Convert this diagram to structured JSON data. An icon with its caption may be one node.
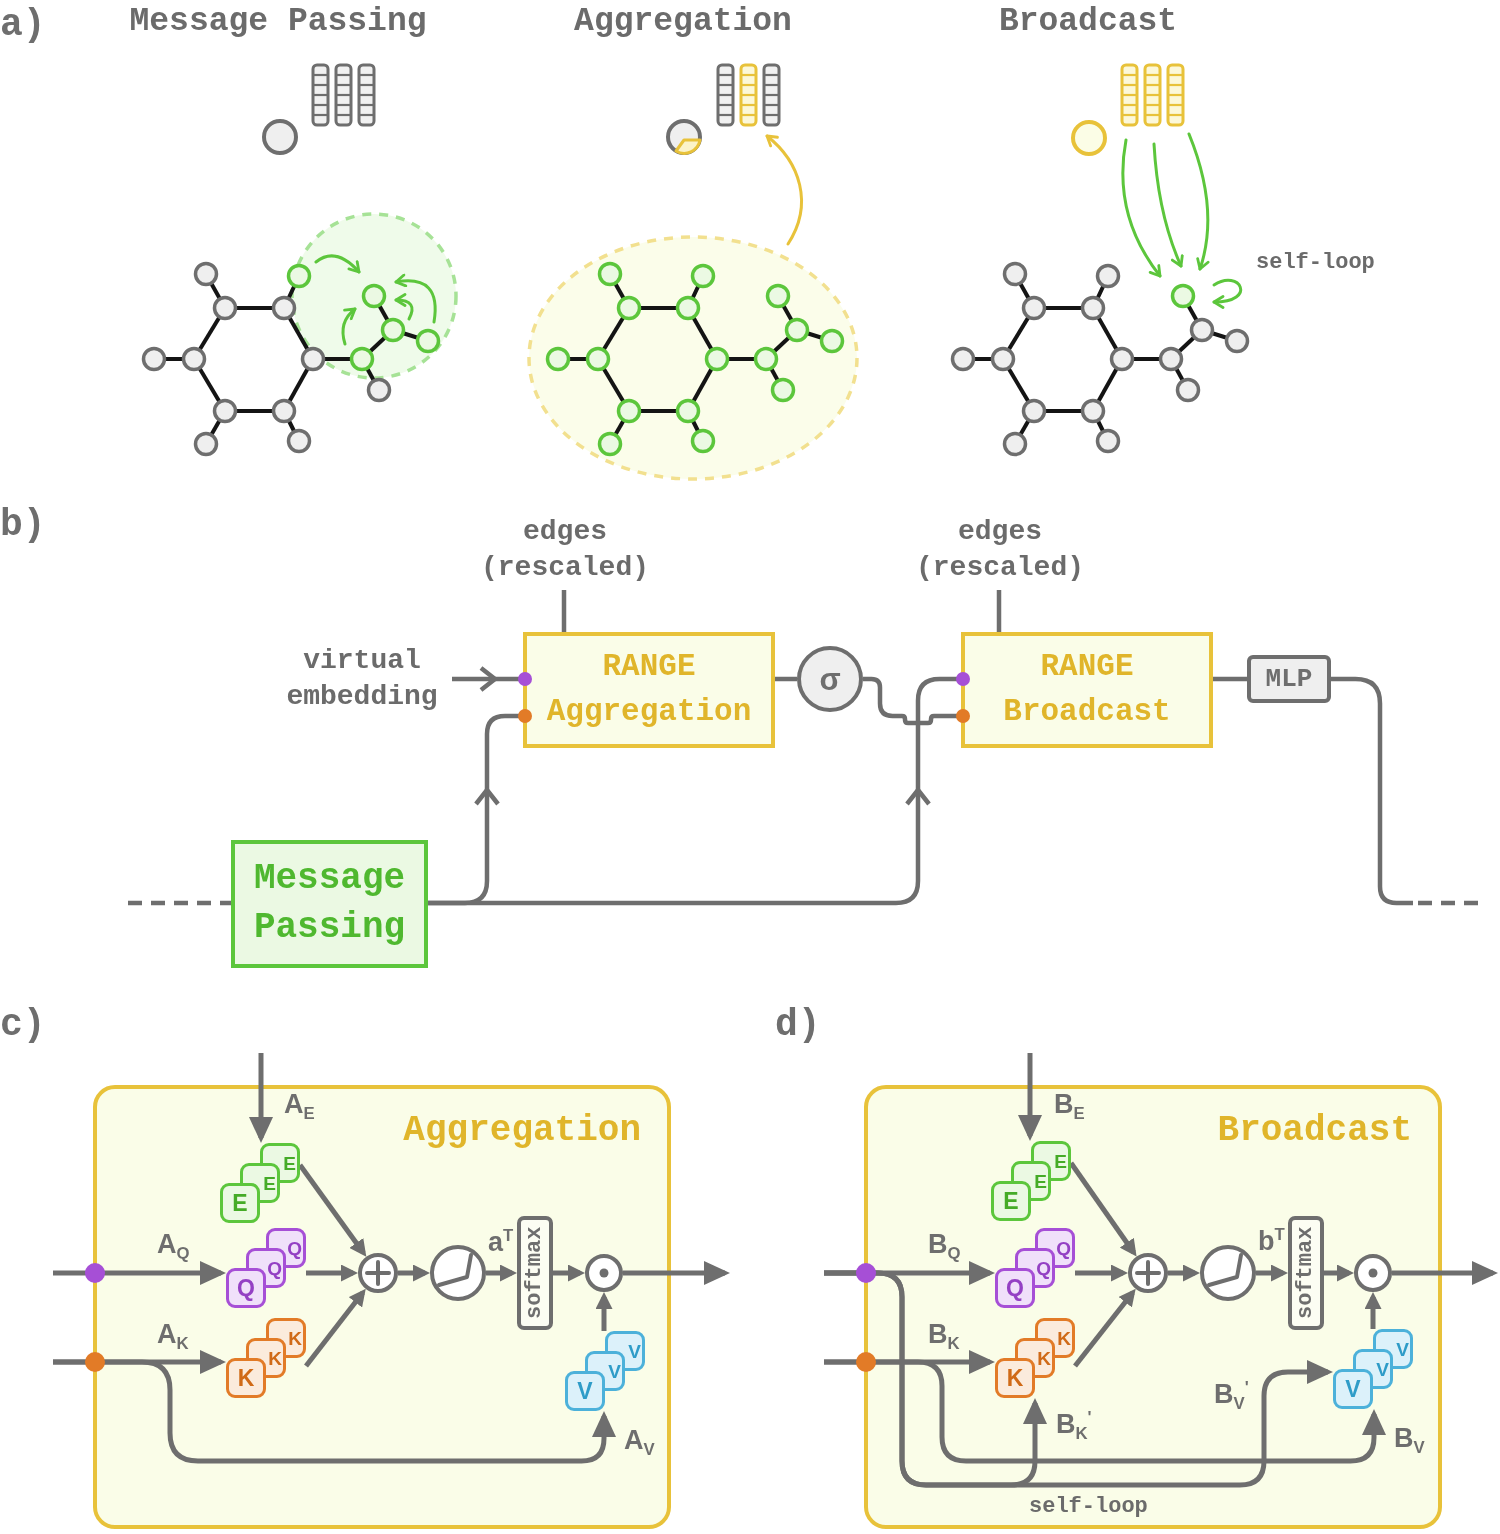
{
  "diagram": {
    "nodes": [
      {
        "text": [
          "edges (rescaled)"
        ]
      },
      {
        "text": [
          "edges (rescaled)"
        ]
      },
      {
        "text": [
          "virtual embedding"
        ]
      },
      {
        "text": [
          "RANGE Aggregation"
        ]
      },
      {
        "text": [
          "σ"
        ]
      },
      {
        "text": [
          "RANGE Broadcast"
        ]
      },
      {
        "text": [
          "MLP"
        ]
      },
      {
        "text": [
          "Message Passing"
        ]
      },
      {
        "text": [
          "Aggregation"
        ]
      },
      {
        "text": [
          "E",
          "E",
          "E"
        ],
        "in": 8
      },
      {
        "text": [
          "Q",
          "Q",
          "Q"
        ],
        "in": 8
      },
      {
        "text": [
          "K",
          "K",
          "K"
        ],
        "in": 8
      },
      {
        "text": [],
        "shape": "circle",
        "in": 8
      },
      {
        "text": [],
        "shape": "circle",
        "in": 8
      },
      {
        "text": [
          "softmax"
        ],
        "in": 8
      },
      {
        "text": [],
        "shape": "circle",
        "in": 8
      },
      {
        "text": [
          "V",
          "V",
          "V"
        ],
        "in": 8
      },
      {
        "text": [
          "Broadcast"
        ]
      },
      {
        "text": [
          "E",
          "E",
          "E"
        ],
        "in": 17
      },
      {
        "text": [
          "Q",
          "Q",
          "Q"
        ],
        "in": 17
      },
      {
        "text": [
          "K",
          "K",
          "K"
        ],
        "in": 17
      },
      {
        "text": [],
        "shape": "circle",
        "in": 17
      },
      {
        "text": [],
        "shape": "circle",
        "in": 17
      },
      {
        "text": [
          "softmax"
        ],
        "in": 17
      },
      {
        "text": [],
        "shape": "circle",
        "in": 17
      },
      {
        "text": [
          "V",
          "V",
          "V"
        ],
        "in": 17
      }
    ],
    "edges": [
      {
        "from": 0,
        "to": 3,
        "arrow": "none"
      },
      {
        "from": 1,
        "to": 5,
        "arrow": "none"
      },
      {
        "from": 2,
        "to": 3,
        "arrow": "to"
      },
      {
        "from": 7,
        "to": 3,
        "arrow": "to"
      },
      {
        "from": 7,
        "to": 5,
        "arrow": "to"
      },
      {
        "from": 3,
        "to": 4,
        "arrow": "none"
      },
      {
        "from": 4,
        "to": 5,
        "arrow": "none"
      },
      {
        "from": 5,
        "to": 6,
        "arrow": "none"
      },
      {
        "from": 6,
        "to": null,
        "arrow": "none"
      },
      {
        "from": null,
        "to": 7,
        "arrow": "none",
        "style": "dashed"
      },
      {
        "from": null,
        "to": 9,
        "arrow": "to",
        "label": "A$_{E}$"
      },
      {
        "from": null,
        "to": 10,
        "arrow": "to",
        "label": "A$_{Q}$"
      },
      {
        "from": null,
        "to": 11,
        "arrow": "to",
        "label": "A$_{K}$"
      },
      {
        "from": null,
        "to": 16,
        "arrow": "to",
        "label": "A$_{V}$"
      },
      {
        "from": 9,
        "to": 12,
        "arrow": "to"
      },
      {
        "from": 10,
        "to": 12,
        "arrow": "to"
      },
      {
        "from": 11,
        "to": 12,
        "arrow": "to"
      },
      {
        "from": 12,
        "to": 13,
        "arrow": "to"
      },
      {
        "from": 13,
        "to": 14,
        "arrow": "to",
        "label": "a$^{T}$"
      },
      {
        "from": 14,
        "to": 15,
        "arrow": "to"
      },
      {
        "from": 16,
        "to": 15,
        "arrow": "to"
      },
      {
        "from": 15,
        "to": null,
        "arrow": "to"
      },
      {
        "from": null,
        "to": 18,
        "arrow": "to",
        "label": "B$_{E}$"
      },
      {
        "from": null,
        "to": 19,
        "arrow": "to",
        "label": "B$_{Q}$"
      },
      {
        "from": null,
        "to": 20,
        "arrow": "to",
        "label": "B$_{K}$"
      },
      {
        "from": null,
        "to": 20,
        "arrow": "to",
        "label": "B$_{K}$$^{'}$"
      },
      {
        "from": null,
        "to": 25,
        "arrow": "to",
        "label": "B$_{V}$$^{'}$"
      },
      {
        "from": null,
        "to": 25,
        "arrow": "to",
        "label": "B$_{V}$"
      },
      {
        "from": 18,
        "to": 21,
        "arrow": "to"
      },
      {
        "from": 19,
        "to": 21,
        "arrow": "to"
      },
      {
        "from": 20,
        "to": 21,
        "arrow": "to"
      },
      {
        "from": 21,
        "to": 22,
        "arrow": "to"
      },
      {
        "from": 22,
        "to": 23,
        "arrow": "to",
        "label": "b$^{T}$"
      },
      {
        "from": 23,
        "to": 24,
        "arrow": "to"
      },
      {
        "from": 25,
        "to": 24,
        "arrow": "to"
      },
      {
        "from": 24,
        "to": null,
        "arrow": "to"
      }
    ],
    "labels": [
      "a)",
      "Message Passing",
      "Aggregation",
      "Broadcast",
      "self-loop",
      "b)",
      "c)",
      "d)",
      "self-loop"
    ]
  }
}
